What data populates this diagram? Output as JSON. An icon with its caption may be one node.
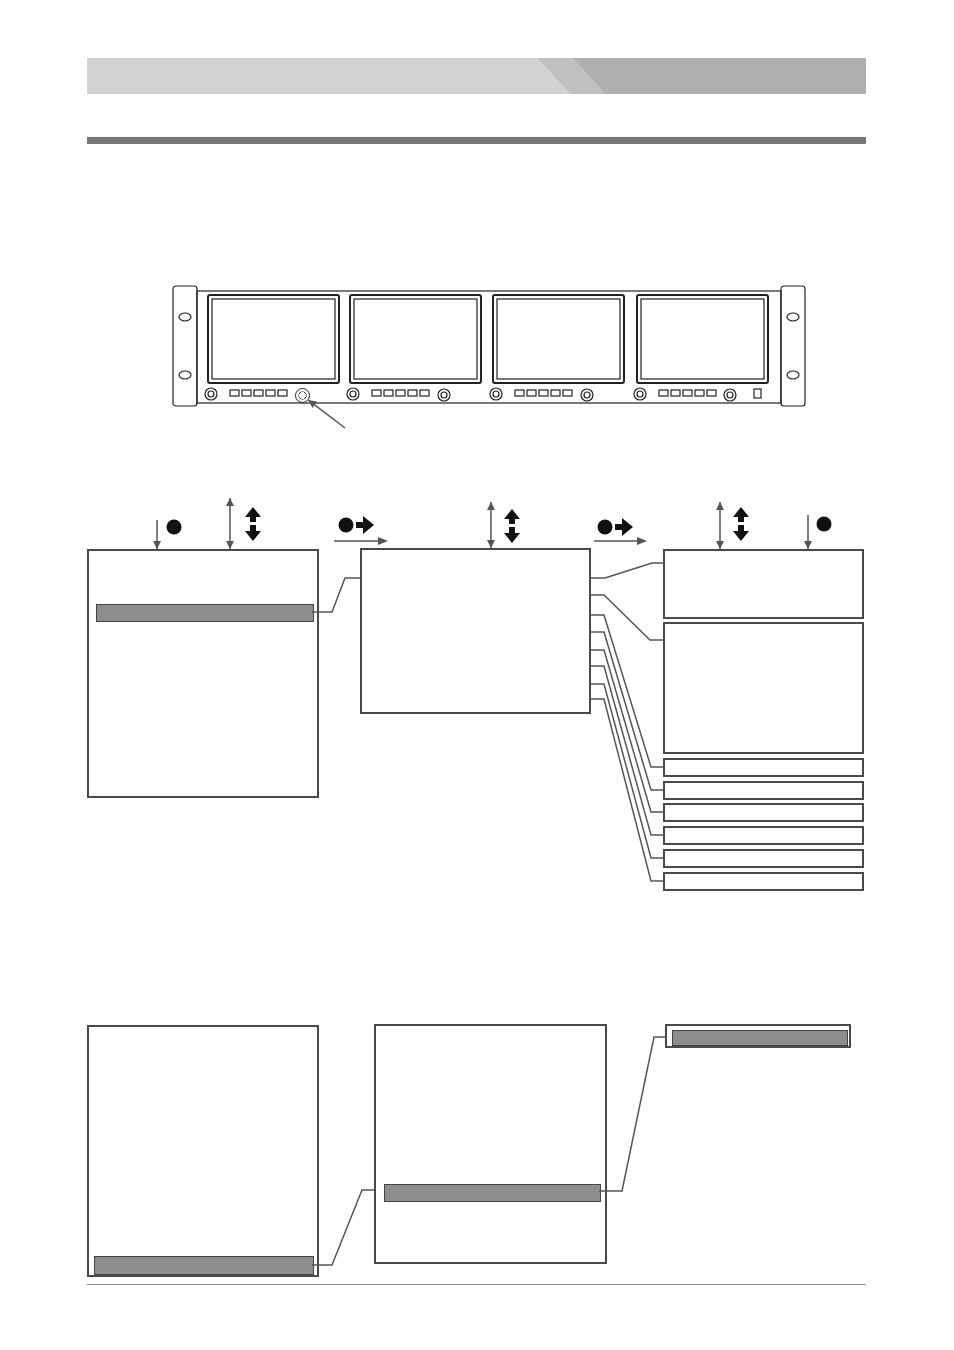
{
  "diagram": {
    "nodes": [
      {
        "text": [],
        "shape": "picture"
      },
      {
        "text": [],
        "shape": "circle",
        "in": 0
      },
      {
        "text": [],
        "shape": "box"
      },
      {
        "text": [],
        "shape": "bar",
        "in": 2
      },
      {
        "text": [],
        "shape": "box"
      },
      {
        "text": [],
        "shape": "box"
      },
      {
        "text": [],
        "shape": "box"
      },
      {
        "text": [],
        "shape": "box"
      },
      {
        "text": [],
        "shape": "box"
      },
      {
        "text": [],
        "shape": "box"
      },
      {
        "text": [],
        "shape": "box"
      },
      {
        "text": [],
        "shape": "box"
      },
      {
        "text": [],
        "shape": "box"
      },
      {
        "text": [],
        "shape": "box"
      },
      {
        "text": [],
        "shape": "bar",
        "in": 13
      },
      {
        "text": [],
        "shape": "box"
      },
      {
        "text": [],
        "shape": "bar",
        "in": 15
      },
      {
        "text": [],
        "shape": "box"
      },
      {
        "text": [],
        "shape": "bar",
        "in": 17
      }
    ],
    "edges": [
      {
        "from": null,
        "to": 1,
        "arrow": "to"
      },
      {
        "from": null,
        "to": 2,
        "arrow": "to"
      },
      {
        "from": null,
        "to": 2,
        "arrow": "both"
      },
      {
        "from": 3,
        "to": 4,
        "arrow": "none"
      },
      {
        "from": null,
        "to": 4,
        "arrow": "both"
      },
      {
        "from": 4,
        "to": 5,
        "arrow": "none"
      },
      {
        "from": 4,
        "to": 6,
        "arrow": "none"
      },
      {
        "from": 4,
        "to": 7,
        "arrow": "none"
      },
      {
        "from": 4,
        "to": 8,
        "arrow": "none"
      },
      {
        "from": 4,
        "to": 9,
        "arrow": "none"
      },
      {
        "from": 4,
        "to": 10,
        "arrow": "none"
      },
      {
        "from": 4,
        "to": 11,
        "arrow": "none"
      },
      {
        "from": 4,
        "to": 12,
        "arrow": "none"
      },
      {
        "from": null,
        "to": 5,
        "arrow": "both"
      },
      {
        "from": null,
        "to": 5,
        "arrow": "to"
      },
      {
        "from": 14,
        "to": 15,
        "arrow": "none"
      },
      {
        "from": 16,
        "to": 17,
        "arrow": "none"
      }
    ]
  }
}
